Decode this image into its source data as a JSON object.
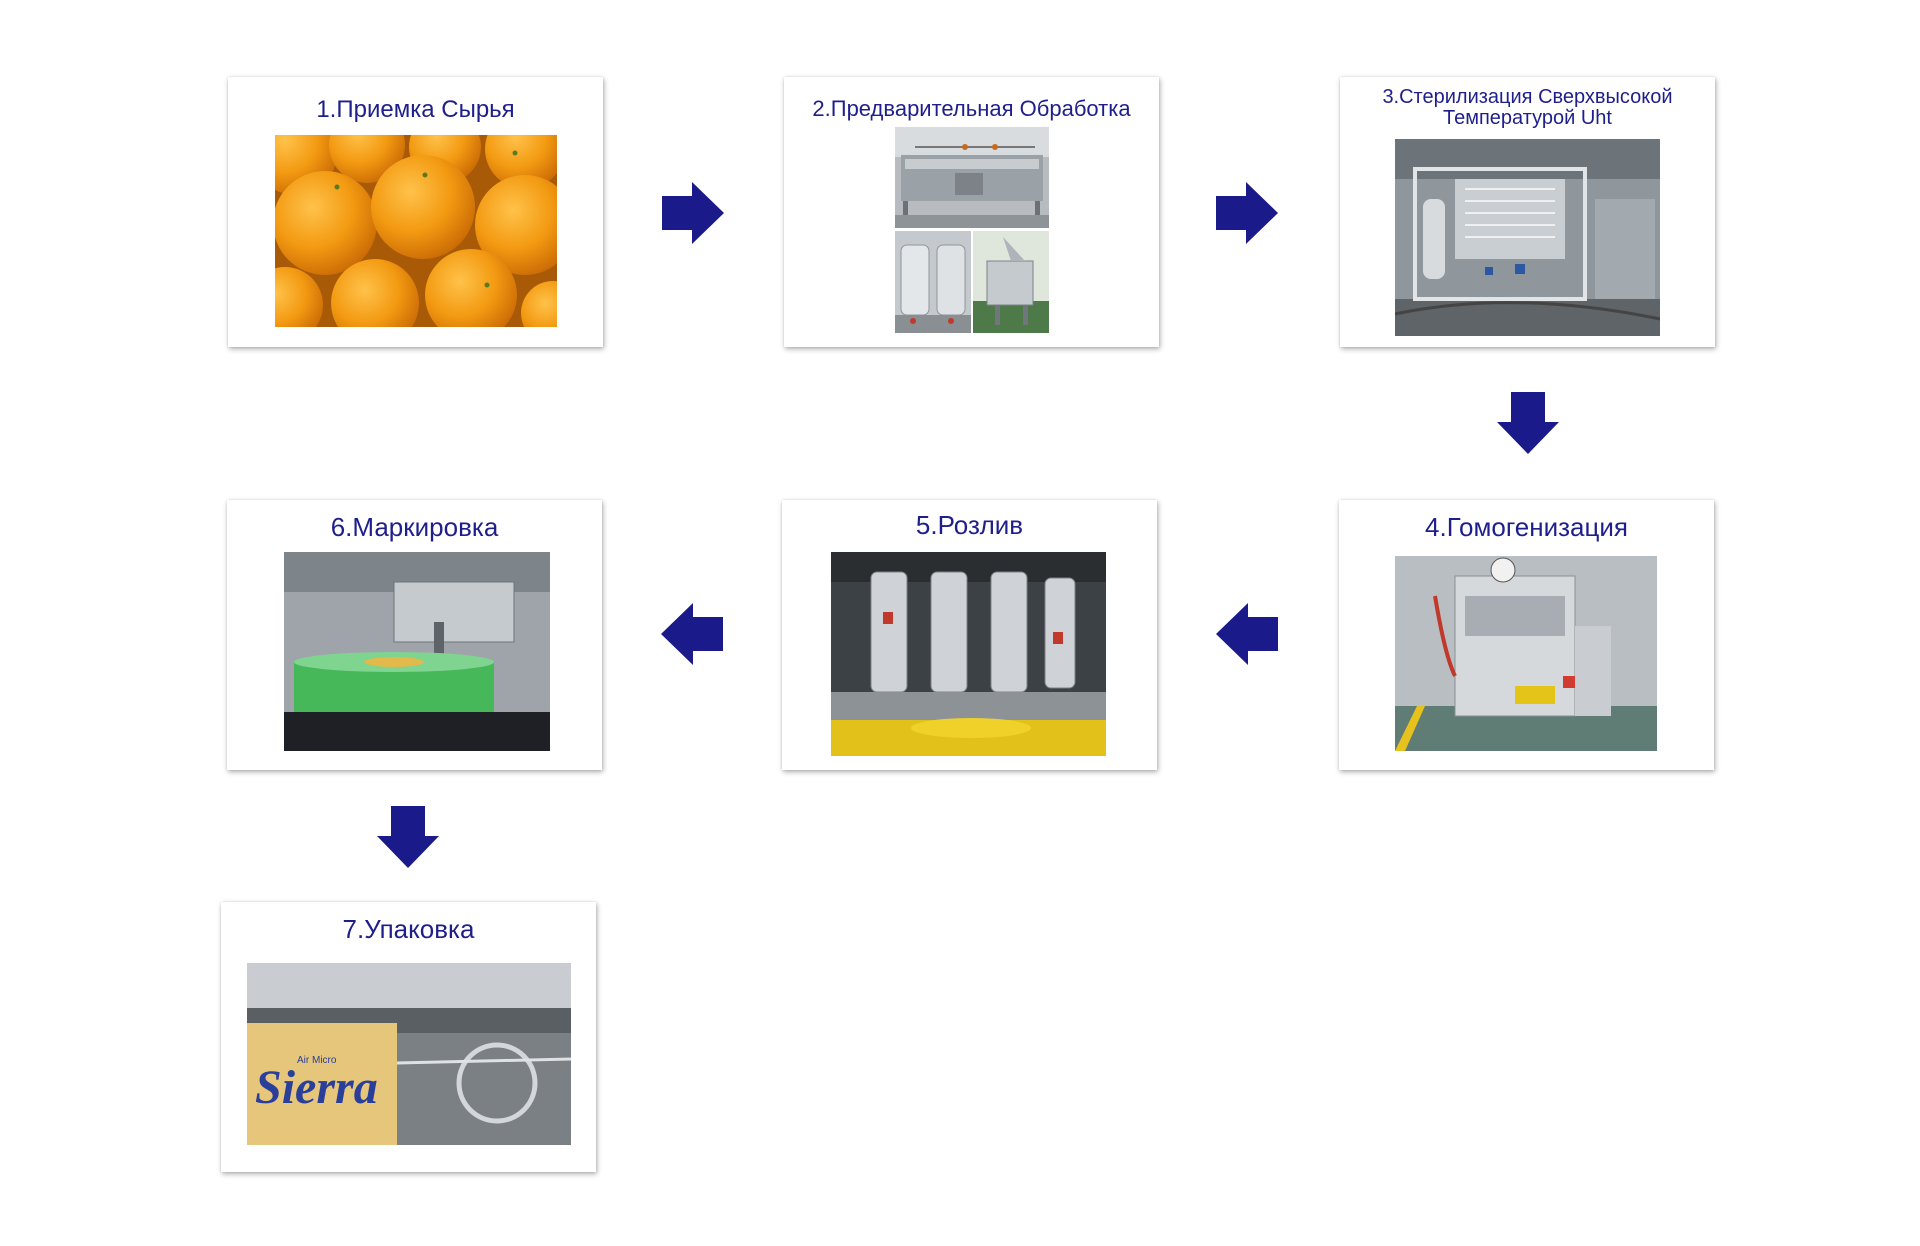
{
  "colors": {
    "title": "#1f1f8c",
    "arrow": "#1a1a8a",
    "card_bg": "#ffffff"
  },
  "steps": [
    {
      "title": "1.Приемка Сырья"
    },
    {
      "title": "2.Предварительная Обработка"
    },
    {
      "title_line1": "3.Стерилизация Сверхвысокой",
      "title_line2": "Температурой Uht"
    },
    {
      "title": "4.Гомогенизация"
    },
    {
      "title": "5.Розлив"
    },
    {
      "title": "6.Маркировка"
    },
    {
      "title": "7.Упаковка"
    }
  ],
  "photos": {
    "packaging_brand_text": "Sierra",
    "packaging_small_text": "Air Micro"
  },
  "icons": {
    "arrow_right": "arrow-right-icon",
    "arrow_down": "arrow-down-icon",
    "arrow_left": "arrow-left-icon"
  }
}
